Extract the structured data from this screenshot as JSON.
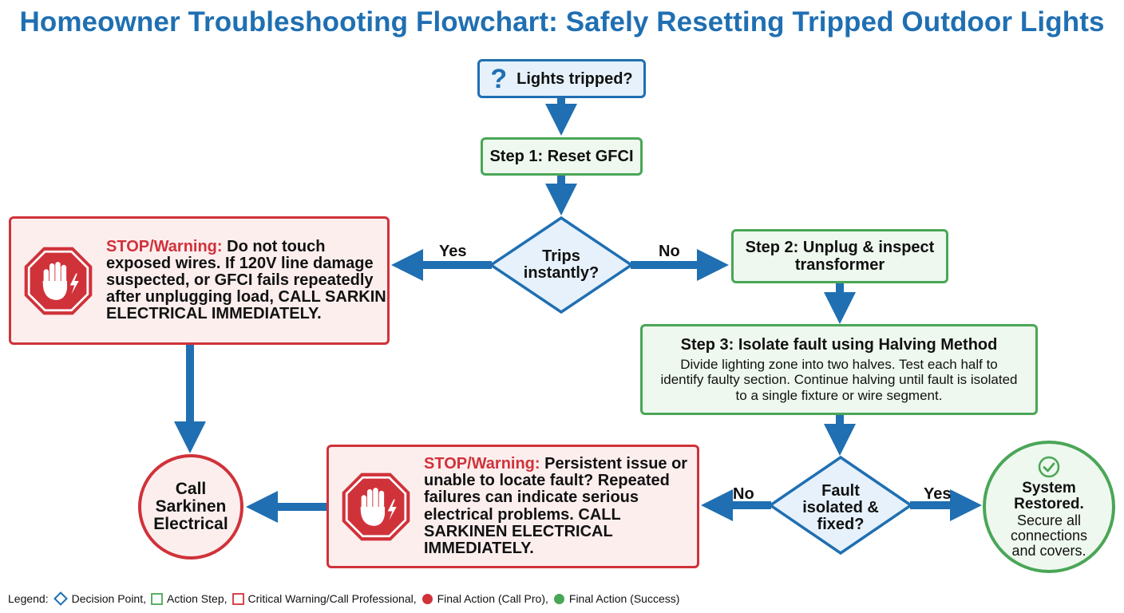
{
  "title": "Homeowner Troubleshooting Flowchart: Safely Resetting Tripped Outdoor Lights",
  "nodes": {
    "start": {
      "icon": "question-mark-icon",
      "icon_text": "?",
      "label": "Lights tripped?"
    },
    "step1": {
      "label": "Step 1: Reset GFCI"
    },
    "decision1": {
      "label": "Trips instantly?"
    },
    "step2": {
      "label": "Step 2: Unplug & inspect transformer"
    },
    "step3": {
      "title": "Step 3: Isolate fault using Halving Method",
      "body": "Divide lighting zone into two halves. Test each half to identify faulty section. Continue halving until fault is isolated to a single fixture or wire segment."
    },
    "warning1": {
      "icon": "stop-hand-electric-icon",
      "heading": "STOP/Warning:",
      "text": "Do not touch exposed wires. If 120V line damage suspected, or GFCI fails repeatedly after unplugging load, CALL SARKIN ELECTRICAL IMMEDIATELY."
    },
    "decision2": {
      "label": "Fault isolated & fixed?"
    },
    "warning2": {
      "icon": "stop-hand-electric-icon",
      "heading": "STOP/Warning:",
      "text": "Persistent issue or unable to locate fault? Repeated failures can indicate serious electrical problems. CALL SARKINEN ELECTRICAL IMMEDIATELY."
    },
    "call_pro": {
      "label": "Call Sarkinen Electrical"
    },
    "success": {
      "icon": "checkmark-circle-icon",
      "title": "System Restored.",
      "text": "Secure all connections and covers."
    }
  },
  "edges": {
    "d1_yes": "Yes",
    "d1_no": "No",
    "d2_no": "No",
    "d2_yes": "Yes"
  },
  "legend": {
    "label": "Legend:",
    "items": [
      {
        "shape": "diamond",
        "label": "Decision Point,"
      },
      {
        "shape": "green-square",
        "label": "Action Step,"
      },
      {
        "shape": "red-square",
        "label": "Critical Warning/Call Professional,"
      },
      {
        "shape": "red-dot",
        "label": "Final Action (Call Pro),"
      },
      {
        "shape": "green-dot",
        "label": "Final Action (Success)"
      }
    ]
  },
  "colors": {
    "title_blue": "#1f6fb2",
    "arrow_blue": "#1f6fb2",
    "action_green": "#4aa657",
    "warning_red": "#d0323a"
  }
}
